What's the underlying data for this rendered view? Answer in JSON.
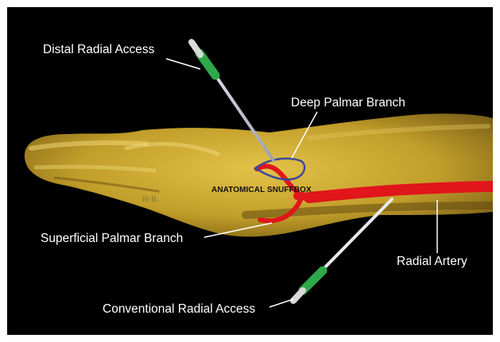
{
  "labels": {
    "distal_access": "Distal Radial Access",
    "deep_branch": "Deep Palmar Branch",
    "snuffbox": "ANATOMICAL SNUFFBOX",
    "superficial_branch": "Superficial Palmar Branch",
    "radial_artery": "Radial Artery",
    "conventional_access": "Conventional Radial Access",
    "initials": "H-B."
  },
  "colors": {
    "background": "#000000",
    "frame": "#ffffff",
    "hand": "#c9a62c",
    "artery": "#e0161b",
    "snuffbox_outline": "#3d4a9a",
    "needle_hub": "#2fa84a",
    "label_text": "#ffffff"
  }
}
